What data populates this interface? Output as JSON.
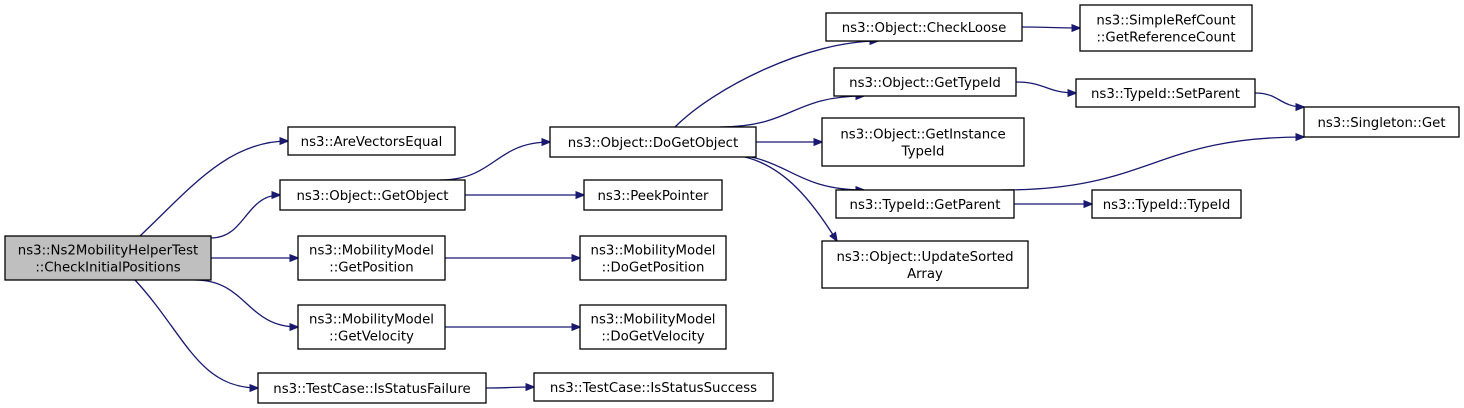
{
  "colors": {
    "edge": "#191970",
    "root_fill": "#bfbfbf",
    "node_fill": "#ffffff",
    "node_border": "#000000"
  },
  "nodes": {
    "root": [
      "ns3::Ns2MobilityHelperTest",
      "::CheckInitialPositions"
    ],
    "are_vectors_equal": [
      "ns3::AreVectorsEqual"
    ],
    "get_object": [
      "ns3::Object::GetObject"
    ],
    "get_position": [
      "ns3::MobilityModel",
      "::GetPosition"
    ],
    "get_velocity": [
      "ns3::MobilityModel",
      "::GetVelocity"
    ],
    "is_status_failure": [
      "ns3::TestCase::IsStatusFailure"
    ],
    "do_get_object": [
      "ns3::Object::DoGetObject"
    ],
    "peek_pointer": [
      "ns3::PeekPointer"
    ],
    "do_get_position": [
      "ns3::MobilityModel",
      "::DoGetPosition"
    ],
    "do_get_velocity": [
      "ns3::MobilityModel",
      "::DoGetVelocity"
    ],
    "is_status_success": [
      "ns3::TestCase::IsStatusSuccess"
    ],
    "check_loose": [
      "ns3::Object::CheckLoose"
    ],
    "get_type_id": [
      "ns3::Object::GetTypeId"
    ],
    "get_instance_type_id": [
      "ns3::Object::GetInstance",
      "TypeId"
    ],
    "get_parent": [
      "ns3::TypeId::GetParent"
    ],
    "update_sorted_array": [
      "ns3::Object::UpdateSorted",
      "Array"
    ],
    "get_reference_count": [
      "ns3::SimpleRefCount",
      "::GetReferenceCount"
    ],
    "set_parent": [
      "ns3::TypeId::SetParent"
    ],
    "singleton_get": [
      "ns3::Singleton::Get"
    ],
    "type_id": [
      "ns3::TypeId::TypeId"
    ]
  },
  "edges": [
    [
      "root",
      "are_vectors_equal"
    ],
    [
      "root",
      "get_object"
    ],
    [
      "root",
      "get_position"
    ],
    [
      "root",
      "get_velocity"
    ],
    [
      "root",
      "is_status_failure"
    ],
    [
      "get_object",
      "do_get_object"
    ],
    [
      "get_object",
      "peek_pointer"
    ],
    [
      "get_position",
      "do_get_position"
    ],
    [
      "get_velocity",
      "do_get_velocity"
    ],
    [
      "is_status_failure",
      "is_status_success"
    ],
    [
      "do_get_object",
      "check_loose"
    ],
    [
      "do_get_object",
      "get_type_id"
    ],
    [
      "do_get_object",
      "get_instance_type_id"
    ],
    [
      "do_get_object",
      "get_parent"
    ],
    [
      "do_get_object",
      "update_sorted_array"
    ],
    [
      "check_loose",
      "get_reference_count"
    ],
    [
      "get_type_id",
      "set_parent"
    ],
    [
      "set_parent",
      "singleton_get"
    ],
    [
      "get_parent",
      "singleton_get"
    ],
    [
      "get_parent",
      "type_id"
    ]
  ]
}
